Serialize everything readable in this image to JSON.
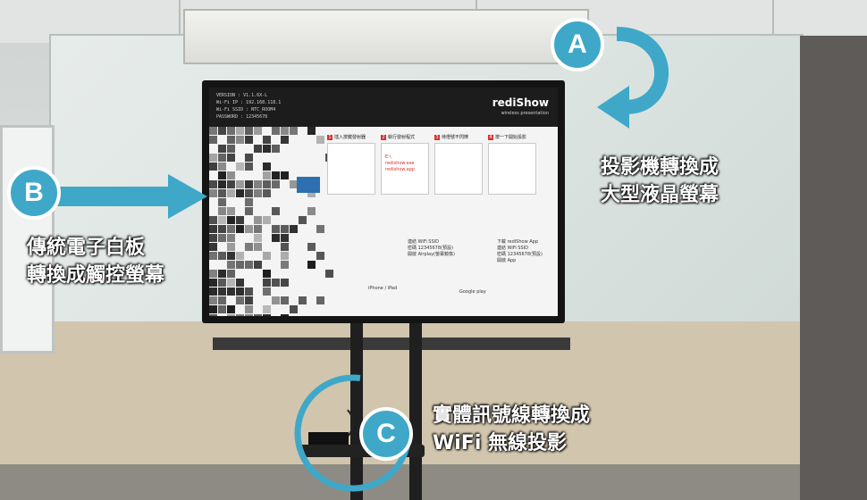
{
  "labels": {
    "a": {
      "letter": "A",
      "line1": "投影機轉換成",
      "line2": "大型液晶螢幕"
    },
    "b": {
      "letter": "B",
      "line1": "傳統電子白板",
      "line2": "轉換成觸控螢幕"
    },
    "c": {
      "letter": "C",
      "line1": "實體訊號線轉換成",
      "line2": "WiFi 無線投影"
    }
  },
  "screen": {
    "brand": "rediShow",
    "brand_sub": "wireless presentation",
    "info": [
      "VERSION : V1.1.6X-L",
      "Wi-Fi IP : 192.168.118.1",
      "Wi-Fi SSID : NTC_ROOM4",
      "PASSWORD : 12345678"
    ],
    "steps": [
      "插入按鍵發射器",
      "執行發射程式",
      "待燈號不閃爍",
      "按一下開始投影"
    ],
    "panel_text": [
      "E:\\",
      "redishow.exe",
      "redishow.app"
    ],
    "mobile_text_1": [
      "連結 WiFi SSID",
      "密碼 12345678(預設)",
      "開啟 Airplay(螢幕鏡像)"
    ],
    "mobile_text_2": [
      "下載 rediShow App",
      "連結 WiFi SSID",
      "密碼 12345678(預設)",
      "開啟 App"
    ],
    "store_1": "iPhone / iPad",
    "store_2": "Google play"
  },
  "colors": {
    "badge": "#3fa8c8",
    "arrow": "#3fa8c8",
    "accent_red": "#d6332c"
  }
}
